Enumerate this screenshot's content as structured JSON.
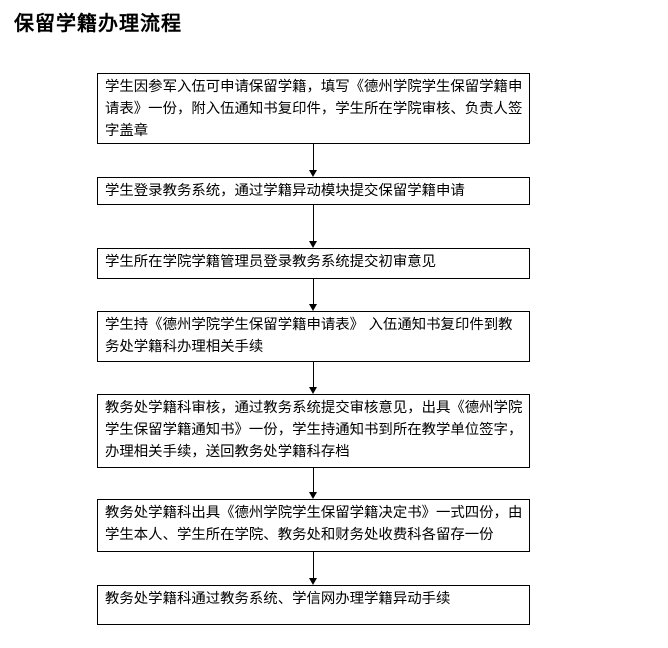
{
  "page": {
    "title": "保留学籍办理流程"
  },
  "flowchart": {
    "steps": [
      {
        "text": "学生因参军入伍可申请保留学籍，填写《德州学院学生保留学籍申请表》一份，附入伍通知书复印件，学生所在学院审核、负责人签字盖章"
      },
      {
        "text": "学生登录教务系统，通过学籍异动模块提交保留学籍申请"
      },
      {
        "text": "学生所在学院学籍管理员登录教务系统提交初审意见"
      },
      {
        "text": "学生持《德州学院学生保留学籍申请表》 入伍通知书复印件到教务处学籍科办理相关手续"
      },
      {
        "text": "教务处学籍科审核，通过教务系统提交审核意见，出具《德州学院学生保留学籍通知书》一份，学生持通知书到所在教学单位签字，办理相关手续，送回教务处学籍科存档"
      },
      {
        "text": "教务处学籍科出具《德州学院学生保留学籍决定书》一式四份，由学生本人、学生所在学院、教务处和财务处收费科各留存一份"
      },
      {
        "text": "教务处学籍科通过教务系统、学信网办理学籍异动手续"
      }
    ]
  },
  "colors": {
    "background": "#ffffff",
    "text": "#000000",
    "box_border": "#000000",
    "arrow": "#000000"
  }
}
